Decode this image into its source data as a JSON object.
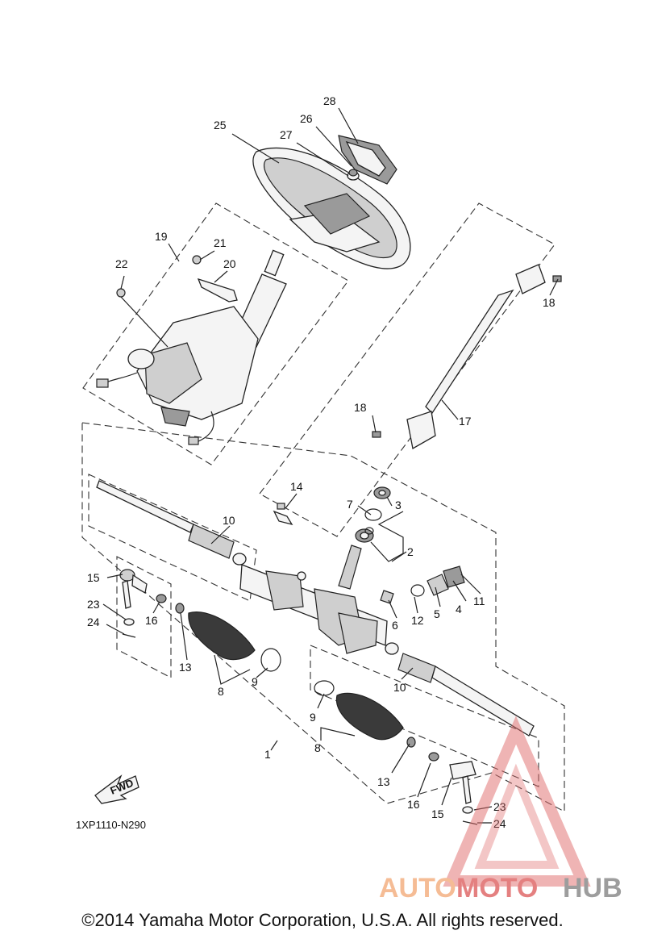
{
  "diagram": {
    "figure_code": "1XP1110-N290",
    "direction_label": "FWD",
    "callouts": {
      "n1": "1",
      "n2": "2",
      "n3": "3",
      "n4": "4",
      "n5": "5",
      "n6": "6",
      "n7": "7",
      "n8a": "8",
      "n8b": "8",
      "n9a": "9",
      "n9b": "9",
      "n10a": "10",
      "n10b": "10",
      "n11": "11",
      "n12": "12",
      "n13a": "13",
      "n13b": "13",
      "n14": "14",
      "n15a": "15",
      "n15b": "15",
      "n16a": "16",
      "n16b": "16",
      "n17": "17",
      "n18a": "18",
      "n18b": "18",
      "n19": "19",
      "n20": "20",
      "n21": "21",
      "n22": "22",
      "n23a": "23",
      "n23b": "23",
      "n24a": "24",
      "n24b": "24",
      "n25": "25",
      "n26": "26",
      "n27": "27",
      "n28": "28"
    }
  },
  "watermark": {
    "brand_part1": "AUTO",
    "brand_part2": "MOTO",
    "brand_part3": "HUB",
    "color_orange": "#f4b183",
    "color_red": "#e06a6a",
    "color_gray": "#8c8c8c"
  },
  "copyright": "©2014 Yamaha Motor Corporation, U.S.A. All rights reserved."
}
